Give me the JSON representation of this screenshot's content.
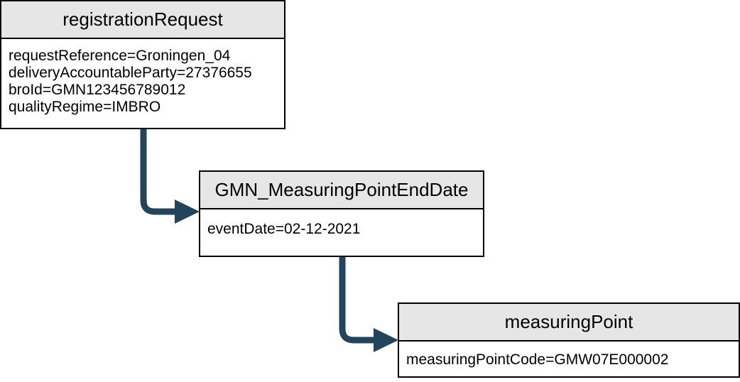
{
  "colors": {
    "connector": "#23445d",
    "header_background": "#e6e6e6",
    "border": "#000000",
    "background": "#ffffff"
  },
  "boxes": {
    "registration_request": {
      "title": "registrationRequest",
      "attributes": [
        "requestReference=Groningen_04",
        "deliveryAccountableParty=27376655",
        "broId=GMN123456789012",
        "qualityRegime=IMBRO"
      ]
    },
    "measuring_point_end_date": {
      "title": "GMN_MeasuringPointEndDate",
      "attributes": [
        "eventDate=02-12-2021"
      ]
    },
    "measuring_point": {
      "title": "measuringPoint",
      "attributes": [
        "measuringPointCode=GMW07E000002"
      ]
    }
  }
}
